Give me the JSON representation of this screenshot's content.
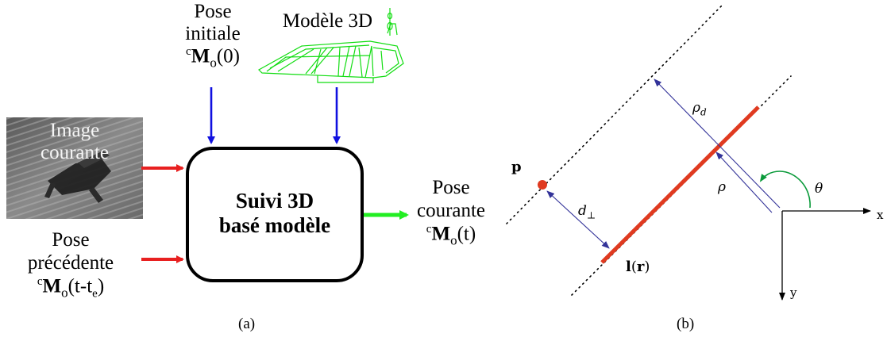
{
  "panel_a": {
    "initial_pose": {
      "line1": "Pose",
      "line2": "initiale",
      "sup": "c",
      "M": "M",
      "sub": "o",
      "arg": "(0)"
    },
    "model_3d": "Modèle 3D",
    "current_image": {
      "line1": "Image",
      "line2": "courante"
    },
    "previous_pose": {
      "line1": "Pose",
      "line2": "précédente",
      "sup": "c",
      "M": "M",
      "sub": "o",
      "arg_open": "(t-t",
      "arg_sub": "e",
      "arg_close": ")"
    },
    "tracker_box": {
      "line1": "Suivi 3D",
      "line2": "basé modèle"
    },
    "current_pose": {
      "line1": "Pose",
      "line2": "courante",
      "sup": "c",
      "M": "M",
      "sub": "o",
      "arg": "(t)"
    },
    "caption": "(a)",
    "colors": {
      "input_arrow_top": "#1010e0",
      "input_arrow_left": "#e82020",
      "output_arrow": "#22ee22",
      "model_wireframe": "#11dd11"
    }
  },
  "panel_b": {
    "point_label": "p",
    "d_perp": {
      "base": "d",
      "sub": "⊥"
    },
    "rho_d": {
      "base": "ρ",
      "sub": "d"
    },
    "rho": "ρ",
    "theta": "θ",
    "x_axis": "x",
    "y_axis": "y",
    "line_label": {
      "l": "l",
      "open": "(",
      "r": "r",
      "close": ")"
    },
    "caption": "(b)",
    "colors": {
      "line": "#e03a20",
      "point": "#e03a20",
      "vectors": "#333399",
      "angle_arc": "#0a9a3a"
    }
  }
}
